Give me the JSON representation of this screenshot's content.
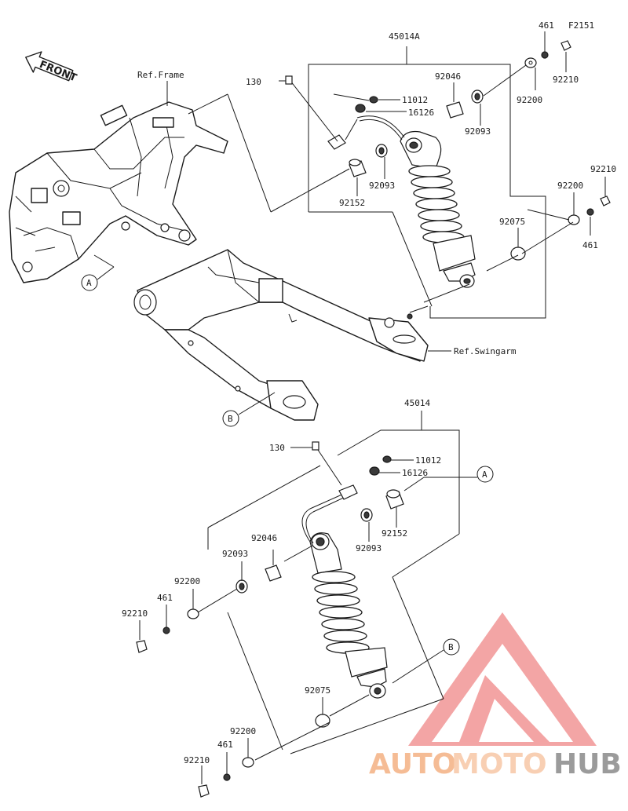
{
  "diagram": {
    "figure_code": "F2151",
    "direction_label": "FRONT",
    "ref_frame": "Ref.Frame",
    "ref_swingarm": "Ref.Swingarm",
    "assembly_top": "45014A",
    "assembly_bottom": "45014",
    "refs": {
      "a": "A",
      "b": "B"
    },
    "top_parts": {
      "p130": "130",
      "p11012": "11012",
      "p16126": "16126",
      "p92046": "92046",
      "p92093a": "92093",
      "p92093b": "92093",
      "p92152": "92152",
      "p92200a": "92200",
      "p92200b": "92200",
      "p92210a": "92210",
      "p92210b": "92210",
      "p461a": "461",
      "p461b": "461",
      "p92075": "92075"
    },
    "bottom_parts": {
      "p130": "130",
      "p11012": "11012",
      "p16126": "16126",
      "p92152": "92152",
      "p92046": "92046",
      "p92093a": "92093",
      "p92093b": "92093",
      "p92200a": "92200",
      "p92200b": "92200",
      "p461a": "461",
      "p461b": "461",
      "p92210a": "92210",
      "p92210b": "92210",
      "p92075": "92075"
    }
  },
  "watermark": {
    "part1": "AUTO",
    "part2": "MOTO",
    "part3": "HUB",
    "color1": "#f4b183",
    "color2": "#f7c7a6",
    "color3": "#8a8a8a",
    "logo_color": "#ee6f6f"
  }
}
